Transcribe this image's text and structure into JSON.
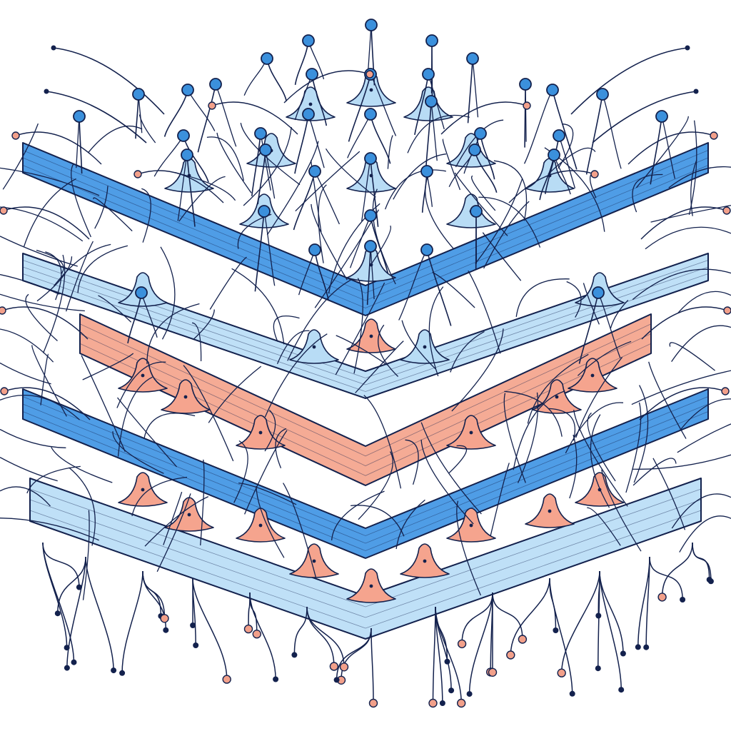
{
  "artwork": {
    "subject": "layered-neural-network-illustration",
    "symmetry": "mirrored-left-right",
    "palette": {
      "background": "#ffffff",
      "line": "#13214d",
      "node_blue": "#3b90dc",
      "node_pink": "#f2a08a",
      "layer_dark": "#4f9de6",
      "layer_light": "#bfe0f7",
      "layer_pink": "#f5ab95",
      "soma_light": "#b8dcf5",
      "soma_pink": "#f5a48e"
    },
    "layers": [
      {
        "name": "top-layer",
        "tone": "dark"
      },
      {
        "name": "upper-light-layer",
        "tone": "light"
      },
      {
        "name": "pink-band-layer",
        "tone": "pink"
      },
      {
        "name": "lower-dark-layer",
        "tone": "dark"
      },
      {
        "name": "bottom-light-layer",
        "tone": "light"
      }
    ]
  }
}
